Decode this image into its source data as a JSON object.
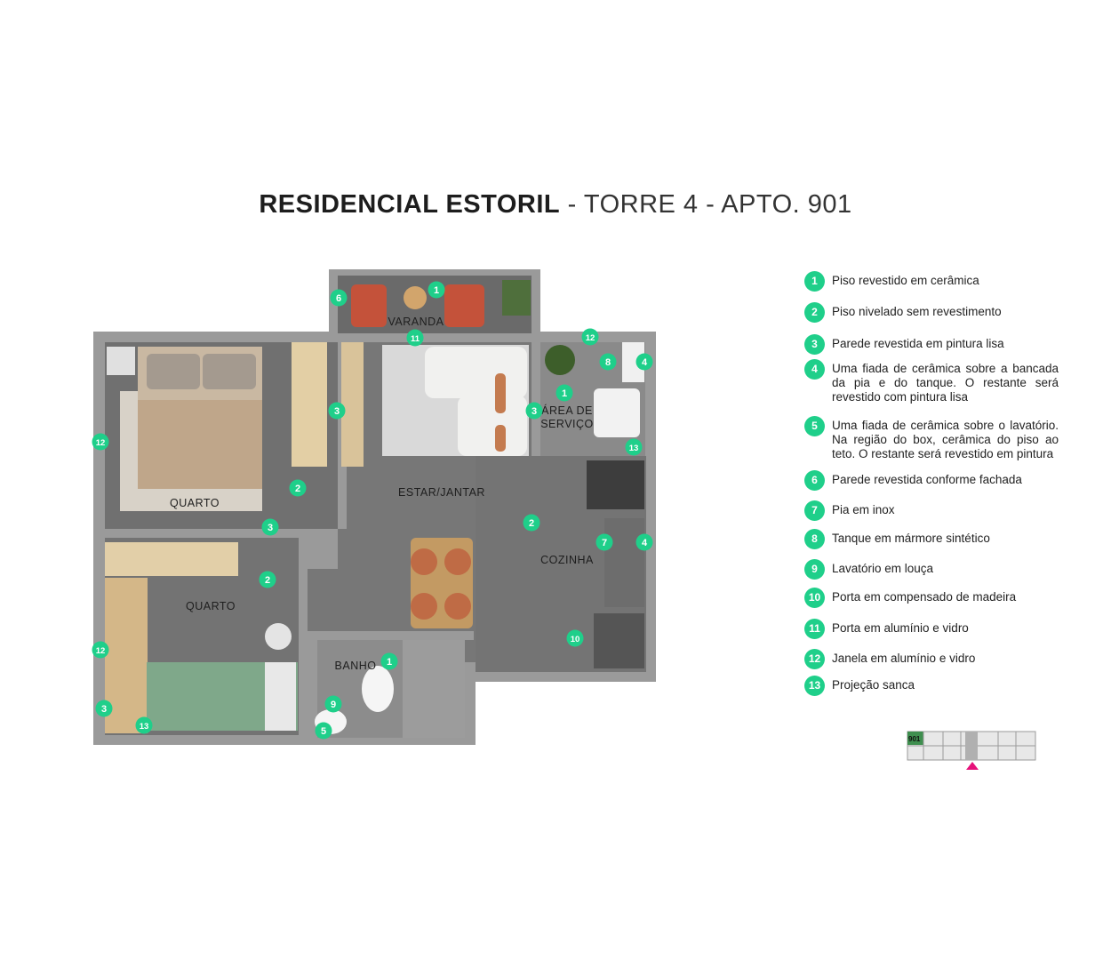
{
  "title": {
    "bold": "RESIDENCIAL ESTORIL",
    "rest": " - TORRE 4 - APTO. 901"
  },
  "colors": {
    "marker": "#1fcf8a",
    "wall": "#9a9a9a",
    "floor": "#6f6f6f",
    "pointer": "#e6117a",
    "unit_highlight": "#3f8f4f"
  },
  "rooms": [
    {
      "id": "varanda",
      "label": "VARANDA"
    },
    {
      "id": "quarto1",
      "label": "QUARTO"
    },
    {
      "id": "estar",
      "label": "ESTAR/JANTAR"
    },
    {
      "id": "area",
      "label": "ÁREA DE SERVIÇO"
    },
    {
      "id": "cozinha",
      "label": "COZINHA"
    },
    {
      "id": "quarto2",
      "label": "QUARTO"
    },
    {
      "id": "banho",
      "label": "BANHO"
    }
  ],
  "markers": [
    "6",
    "1",
    "11",
    "12",
    "8",
    "4",
    "12",
    "3",
    "3",
    "1",
    "13",
    "2",
    "3",
    "2",
    "7",
    "4",
    "2",
    "12",
    "10",
    "1",
    "3",
    "9",
    "13",
    "5"
  ],
  "legend": [
    {
      "num": "1",
      "text": "Piso revestido em cerâmica"
    },
    {
      "num": "2",
      "text": "Piso nivelado sem revestimento"
    },
    {
      "num": "3",
      "text": "Parede revestida em pintura lisa"
    },
    {
      "num": "4",
      "text": "Uma fiada de cerâmica sobre a bancada da pia e do tanque. O restante será revestido com pintura lisa"
    },
    {
      "num": "5",
      "text": "Uma fiada de cerâmica sobre o lavatório. Na região do box, cerâmica do piso ao teto. O restante será revestido em pintura"
    },
    {
      "num": "6",
      "text": "Parede revestida conforme fachada"
    },
    {
      "num": "7",
      "text": "Pia em inox"
    },
    {
      "num": "8",
      "text": "Tanque em mármore sintético"
    },
    {
      "num": "9",
      "text": "Lavatório em louça"
    },
    {
      "num": "10",
      "text": "Porta em compensado de madeira"
    },
    {
      "num": "11",
      "text": "Porta em alumínio e vidro"
    },
    {
      "num": "12",
      "text": "Janela em alumínio e vidro"
    },
    {
      "num": "13",
      "text": "Projeção sanca"
    }
  ],
  "keyplan": {
    "unit_label": "901"
  }
}
